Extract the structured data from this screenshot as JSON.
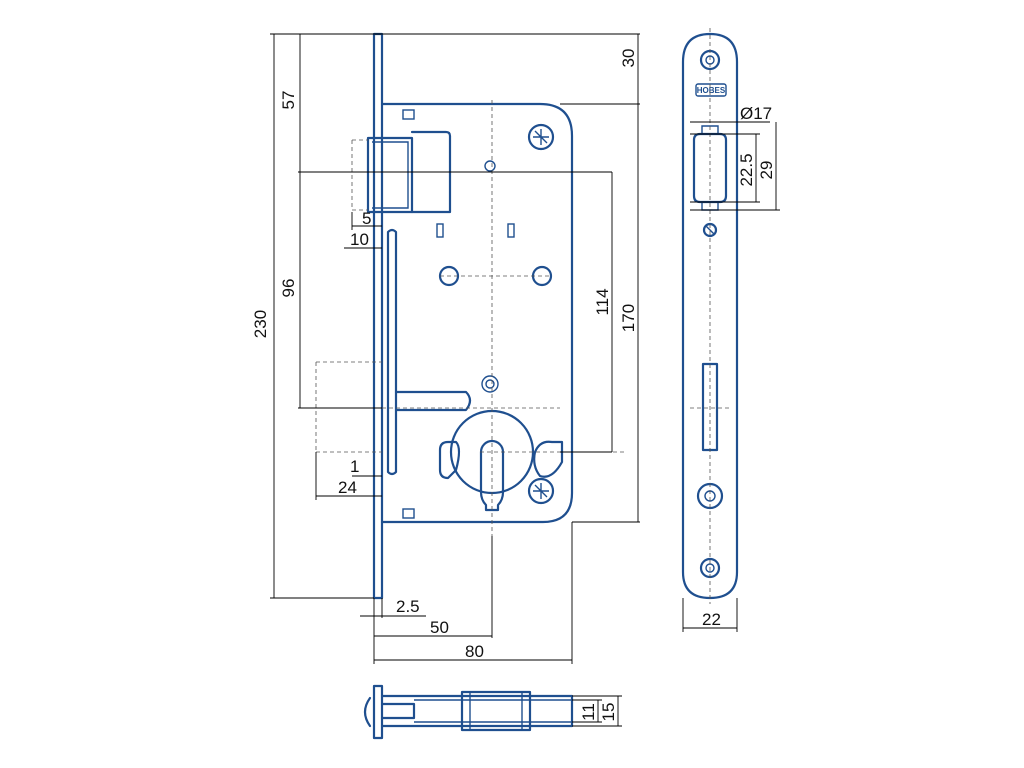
{
  "dimensions": {
    "total_height": "230",
    "top_to_latch": "57",
    "latch_to_handle": "96",
    "top_to_plate": "30",
    "latch_to_cylinder": "114",
    "body_height": "170",
    "latch_step_small": "5",
    "latch_step_large": "10",
    "deadbolt_offset": "1",
    "deadbolt_throw": "24",
    "faceplate_thickness": "2.5",
    "backset": "50",
    "body_depth": "80",
    "latch_diameter": "Ø17",
    "latch_opening_inner": "22.5",
    "latch_opening_outer": "29",
    "faceplate_width": "22",
    "body_thickness_inner": "11",
    "body_thickness_outer": "15"
  },
  "faceplate": {
    "brand": "HOBES"
  },
  "colors": {
    "outline": "#1f4f8f",
    "dimension": "#000000"
  }
}
